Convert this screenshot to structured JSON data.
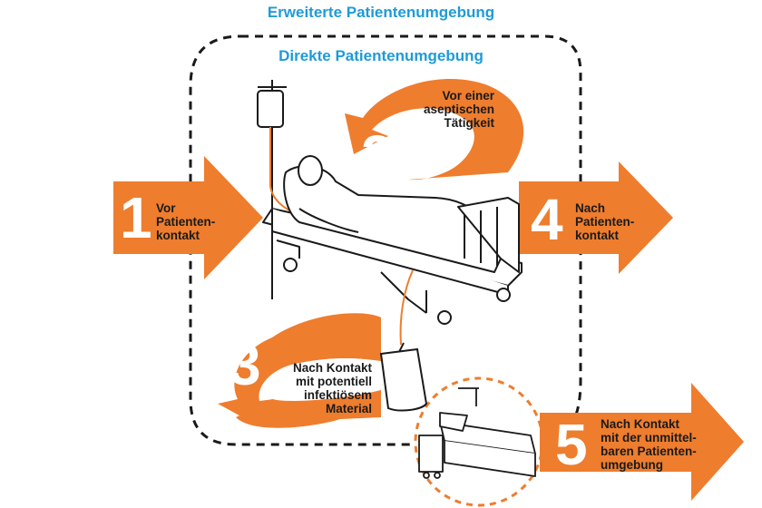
{
  "titles": {
    "outer": "Erweiterte Patientenumgebung",
    "inner": "Direkte Patientenumgebung"
  },
  "colors": {
    "title": "#1e9bd7",
    "arrow": "#ee7d2e",
    "outline": "#1a1a1a"
  },
  "moments": [
    {
      "number": "1",
      "lines": [
        "Vor",
        "Patienten-",
        "kontakt"
      ]
    },
    {
      "number": "2",
      "lines": [
        "Vor einer",
        "aseptischen",
        "Tätigkeit"
      ]
    },
    {
      "number": "3",
      "lines": [
        "Nach Kontakt",
        "mit potentiell",
        "infektiösem",
        "Material"
      ]
    },
    {
      "number": "4",
      "lines": [
        "Nach",
        "Patienten-",
        "kontakt"
      ]
    },
    {
      "number": "5",
      "lines": [
        "Nach Kontakt",
        "mit der unmittel-",
        "baren Patienten-",
        "umgebung"
      ]
    }
  ],
  "icons": {
    "scene": "hospital-bed-with-patient-icon",
    "iv": "iv-drip-icon",
    "bag": "urine-bag-icon",
    "empty-bed": "empty-bed-icon"
  }
}
